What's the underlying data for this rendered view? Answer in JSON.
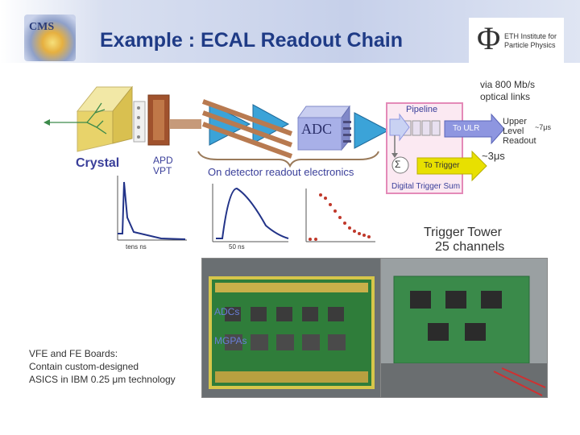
{
  "header": {
    "logo_text": "CMS",
    "title": "Example : ECAL Readout Chain",
    "institute_line1": "ETH Institute for",
    "institute_line2": "Particle Physics"
  },
  "diagram": {
    "crystal_label": "Crystal",
    "apd_label": "APD",
    "vpt_label": "VPT",
    "adc_label": "ADC",
    "electronics_label": "On detector readout electronics",
    "pipeline_label": "Pipeline",
    "to_ulr_label": "To ULR",
    "to_trigger_label": "To Trigger",
    "sigma_label": "Σ",
    "digital_trigger_label": "Digital Trigger Sum",
    "optical_link_line1": "via 800 Mb/s",
    "optical_link_line2": "optical links",
    "upper_level_line1": "Upper",
    "upper_level_line2": "Level",
    "upper_level_line3": "Readout",
    "latency_ulr": "~7μs",
    "latency_trigger": "~3μs",
    "time_label_1": "tens ns",
    "time_label_2": "50 ns"
  },
  "photos": {
    "trigger_tower_line1": "Trigger Tower",
    "trigger_tower_line2": "25 channels",
    "adcs_label": "ADCs",
    "mgpas_label": "MGPAs"
  },
  "caption": {
    "line1": "VFE and FE Boards:",
    "line2": "Contain custom-designed",
    "line3": "ASICS in IBM 0.25 μm technology"
  },
  "colors": {
    "title": "#1f3b86",
    "crystal_label": "#3a3f9a",
    "signal_arrow": "#3c8a4a",
    "pipeline_box": "#e48ab8",
    "trigger_arrow": "#f0e000",
    "ulr_arrow": "#8e96e0",
    "adc_block": "#a8b0e8"
  }
}
